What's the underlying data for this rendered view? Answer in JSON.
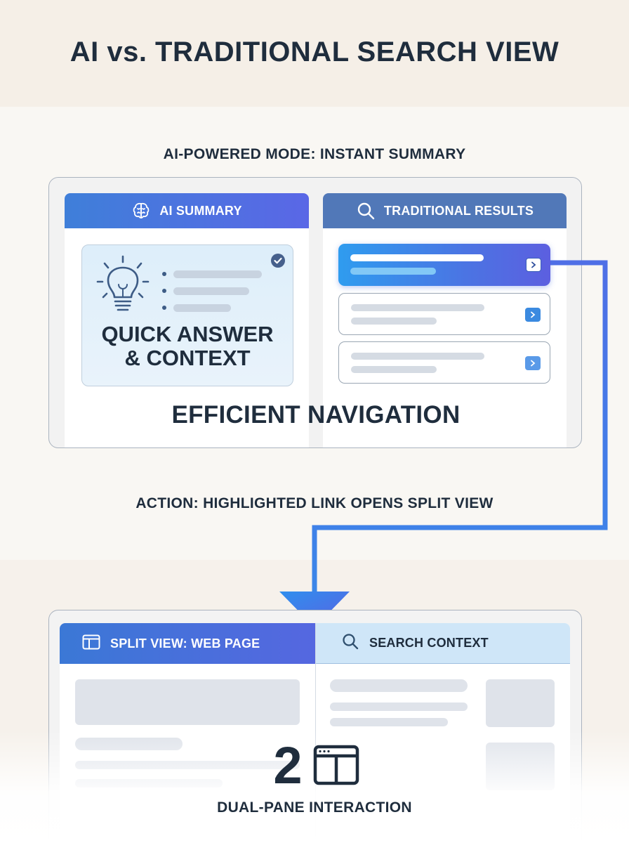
{
  "title": "AI vs. TRADITIONAL SEARCH VIEW",
  "section_ai_mode": "AI-POWERED MODE: INSTANT SUMMARY",
  "ai_panel": {
    "header": "AI SUMMARY",
    "header_icon": "brain-icon",
    "card_text_line1": "QUICK ANSWER",
    "card_text_line2": "& CONTEXT",
    "card_icon": "lightbulb-icon",
    "badge_icon": "check-circle-icon"
  },
  "traditional_panel": {
    "header": "TRADITIONAL RESULTS",
    "header_icon": "search-icon",
    "results": [
      {
        "state": "highlighted"
      },
      {
        "state": "normal"
      },
      {
        "state": "normal"
      }
    ]
  },
  "caption_navigation": "EFFICIENT NAVIGATION",
  "section_action": "ACTION: HIGHLIGHTED LINK OPENS SPLIT VIEW",
  "split_view": {
    "left_header": "SPLIT VIEW: WEB PAGE",
    "left_icon": "window-split-icon",
    "right_header": "SEARCH CONTEXT",
    "right_icon": "search-icon"
  },
  "dual_pane": {
    "number": "2",
    "icon": "dual-pane-window-icon",
    "caption": "DUAL-PANE INTERACTION"
  },
  "colors": {
    "text_dark": "#1f2d3d",
    "accent_blue": "#3b8ae0",
    "accent_violet": "#5a67e6",
    "traditional_header": "#5178b8",
    "connector": "#4a7fe6"
  }
}
